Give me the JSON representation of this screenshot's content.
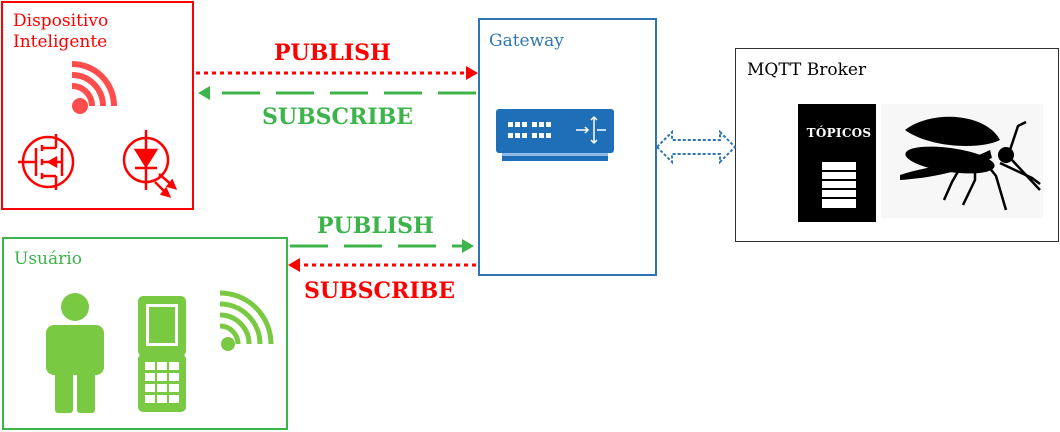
{
  "device": {
    "title": "Dispositivo Inteligente",
    "color": "#ff0000"
  },
  "user": {
    "title": "Usuário",
    "color": "#3cb44b"
  },
  "gateway": {
    "title": "Gateway",
    "color": "#2e75b6"
  },
  "broker": {
    "title": "MQTT Broker",
    "topics_label": "TÓPICOS"
  },
  "arrows": {
    "device_publish": "PUBLISH",
    "device_subscribe": "SUBSCRIBE",
    "user_publish": "PUBLISH",
    "user_subscribe": "SUBSCRIBE"
  },
  "icons": [
    "wifi-icon",
    "mosfet-icon",
    "led-icon",
    "person-icon",
    "phone-icon",
    "router-icon",
    "bidirectional-arrow-icon",
    "topics-icon",
    "mosquito-icon"
  ]
}
